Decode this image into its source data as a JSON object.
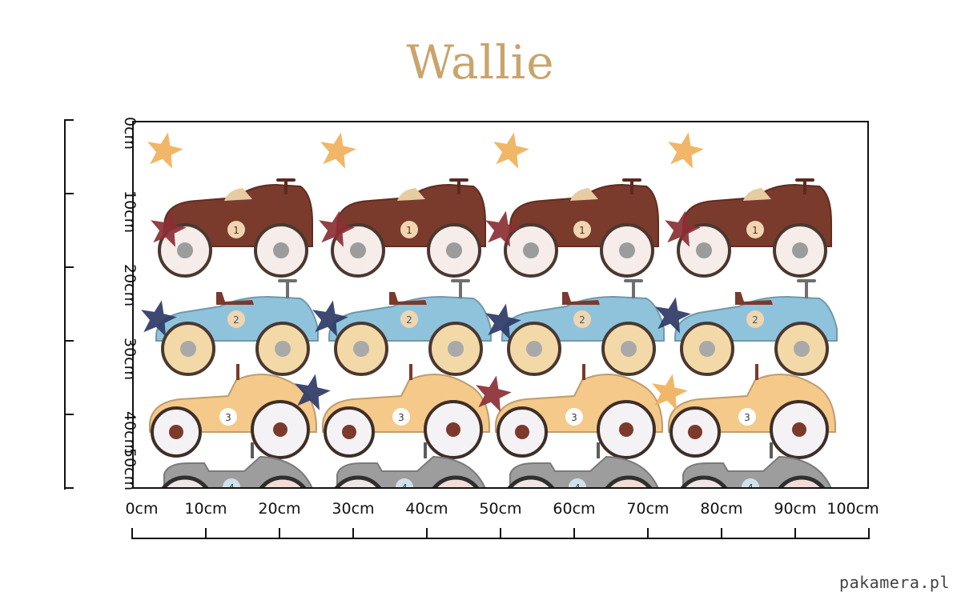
{
  "brand": {
    "name": "Wallie"
  },
  "rulers": {
    "vertical": [
      "0cm",
      "10cm",
      "20cm",
      "30cm",
      "40cm",
      "50cm"
    ],
    "horizontal": [
      "0cm",
      "10cm",
      "20cm",
      "30cm",
      "40cm",
      "50cm",
      "60cm",
      "70cm",
      "80cm",
      "90cm",
      "100cm"
    ]
  },
  "sheet": {
    "rows": [
      {
        "number": "1",
        "body_color": "#7a3a2c",
        "hub_color": "#9c9c9c",
        "star_color": "#f0b05a"
      },
      {
        "number": "2",
        "body_color": "#8fc3dc",
        "hub_color": "#a9a9a9",
        "star_color": "#8b2f34"
      },
      {
        "number": "3",
        "body_color": "#f4c98a",
        "hub_color": "#7b3a2c",
        "star_color": "#2c3a66"
      },
      {
        "number": "4",
        "body_color": "#9d9d9d",
        "hub_color": "#8fb2c4",
        "star_color": "#f0b05a"
      }
    ],
    "cars_per_row": 4
  },
  "watermark": "pakamera.pl"
}
